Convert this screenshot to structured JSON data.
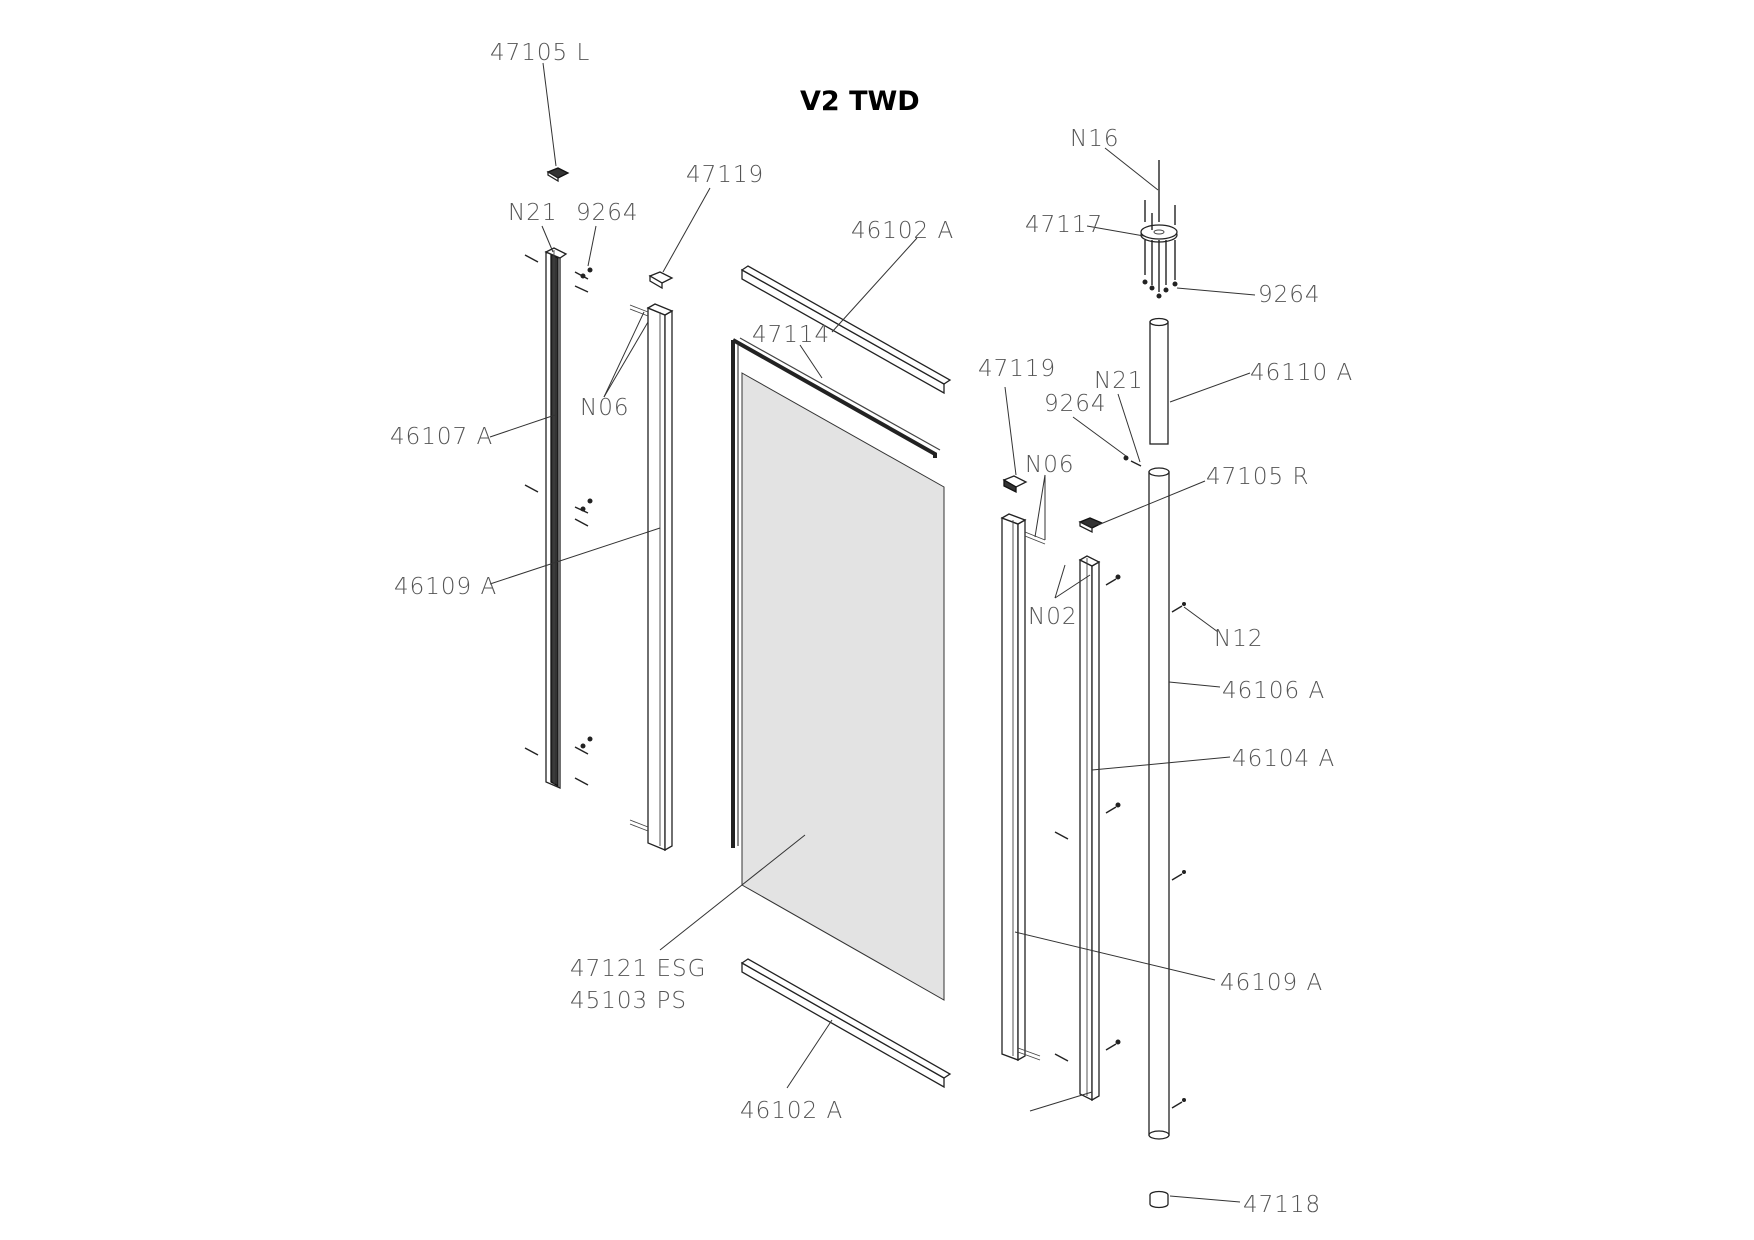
{
  "title": "V2 TWD",
  "callouts": {
    "c47105L": "47105 L",
    "c47119_left": "47119",
    "cN21_left": "N21",
    "c9264_left": "9264",
    "c46102A_top": "46102 A",
    "c47114": "47114",
    "cN06_left": "N06",
    "c46107A": "46107 A",
    "c46109A_left": "46109 A",
    "c47121ESG": "47121 ESG",
    "c45103PS": "45103 PS",
    "c46102A_bottom": "46102 A",
    "cN16": "N16",
    "c47117": "47117",
    "c9264_top": "9264",
    "c46110A": "46110 A",
    "c47119_right": "47119",
    "cN21_right": "N21",
    "c9264_mid": "9264",
    "cN06_right": "N06",
    "c47105R": "47105 R",
    "cN02": "N02",
    "cN12": "N12",
    "c46106A": "46106 A",
    "c46104A": "46104 A",
    "c46109A_right": "46109 A",
    "c47118": "47118"
  }
}
